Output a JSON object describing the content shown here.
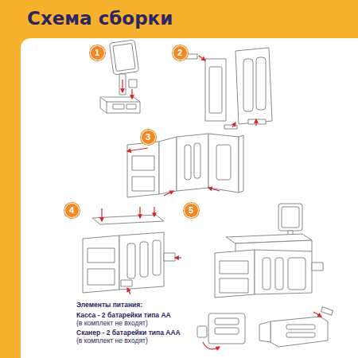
{
  "diagram": {
    "title": "Схема сборки",
    "nodes": [
      {
        "text": [
          "1"
        ]
      },
      {
        "text": [
          "2"
        ]
      },
      {
        "text": [
          "3"
        ]
      },
      {
        "text": [
          "4"
        ]
      },
      {
        "text": [
          "5"
        ]
      }
    ],
    "labels": [
      "Элементы питания:",
      "Касса - 2 батарейки типа АА",
      "(в комплект не входят)",
      "Сканер - 2 батарейки типа ААА",
      "(в комплект не входят)"
    ]
  }
}
